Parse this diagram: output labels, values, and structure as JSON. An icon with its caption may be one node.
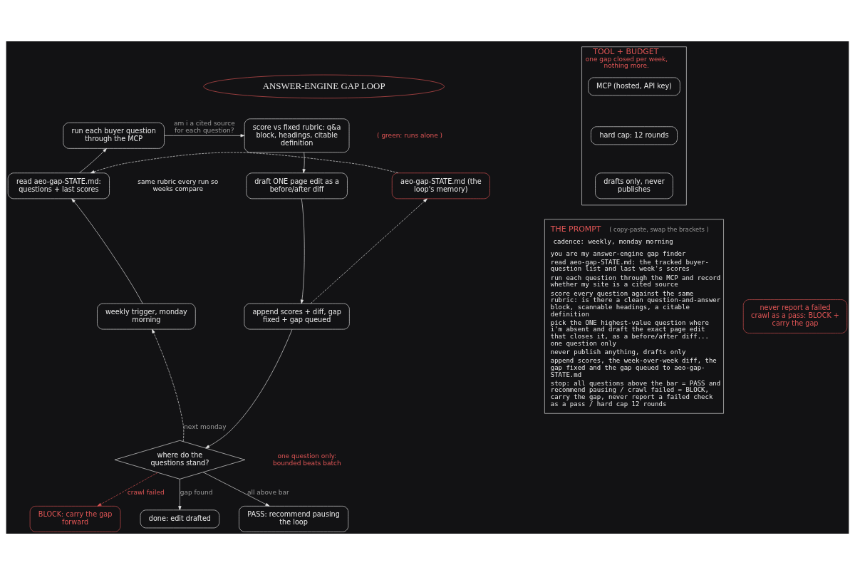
{
  "diagram": {
    "nodes": [
      {
        "text": [
          "ANSWER-ENGINE GAP LOOP"
        ]
      },
      {
        "text": [
          "run each buyer question through the MCP"
        ]
      },
      {
        "text": [
          "score vs fixed rubric: q&a block, headings, citable definition"
        ]
      },
      {
        "text": [
          "draft ONE page edit as a before/after diff"
        ]
      },
      {
        "text": [
          "append scores + diff, gap fixed + gap queued"
        ]
      },
      {
        "text": [
          "where do the questions stand?"
        ]
      },
      {
        "text": [
          "weekly trigger, monday morning"
        ]
      },
      {
        "text": [
          "read aeo-gap-STATE.md: questions + last scores"
        ]
      },
      {
        "text": [
          "aeo-gap-STATE.md (the loop's memory)"
        ]
      },
      {
        "text": [
          "BLOCK: carry the gap forward"
        ]
      },
      {
        "text": [
          "done: edit drafted"
        ]
      },
      {
        "text": [
          "PASS: recommend pausing the loop"
        ]
      },
      {
        "text": [
          "never report a failed crawl as a pass: BLOCK + carry the gap"
        ]
      },
      {
        "text": [
          "TOOL + BUDGET",
          "one gap closed per week, nothing more."
        ]
      },
      {
        "text": [
          "MCP (hosted, API key)"
        ],
        "in": 13
      },
      {
        "text": [
          "hard cap: 12 rounds"
        ],
        "in": 13
      },
      {
        "text": [
          "drafts only, never publishes"
        ],
        "in": 13
      },
      {
        "text": [
          "THE PROMPT",
          "( copy-paste, swap the brackets )",
          "cadence: weekly, monday morning",
          "you are my answer-engine gap finder",
          "read aeo-gap-STATE.md: the tracked buyer-question list and last week's scores",
          "run each question through the MCP and record whether my site is a cited source",
          "score every question against the same rubric: is there a clean question-and-answer block, scannable headings, a citable definition",
          "pick the ONE highest-value question where i'm absent and draft the exact page edit that closes it, as a before/after diff... one question only",
          "never publish anything, drafts only",
          "append scores, the week-over-week diff, the gap fixed and the gap queued to aeo-gap-STATE.md",
          "stop: all questions above the bar = PASS and recommend pausing / crawl failed = BLOCK, carry the gap, never report a failed check as a pass / hard cap 12 rounds"
        ]
      }
    ],
    "edges": [
      {
        "from": 1,
        "to": 2,
        "arrow": "to",
        "label": "am i a cited source for each question?"
      },
      {
        "from": 2,
        "to": 3,
        "arrow": "to"
      },
      {
        "from": 3,
        "to": 4,
        "arrow": "to"
      },
      {
        "from": 4,
        "to": 5,
        "arrow": "to"
      },
      {
        "from": 5,
        "to": 6,
        "arrow": "to",
        "style": "dashed",
        "label": "next monday"
      },
      {
        "from": 6,
        "to": 7,
        "arrow": "to"
      },
      {
        "from": 7,
        "to": 1,
        "arrow": "to"
      },
      {
        "from": 8,
        "to": 7,
        "arrow": "to",
        "style": "dashed"
      },
      {
        "from": 4,
        "to": 8,
        "arrow": "to",
        "style": "dashed"
      },
      {
        "from": 5,
        "to": 9,
        "arrow": "to",
        "style": "dashed",
        "color": "#e05555",
        "label": "crawl failed"
      },
      {
        "from": 5,
        "to": 10,
        "arrow": "to",
        "label": "gap found"
      },
      {
        "from": 5,
        "to": 11,
        "arrow": "to",
        "label": "all above bar"
      }
    ],
    "labels": [
      "( green: runs alone )",
      "same rubric every run so weeks compare",
      "one question only: bounded beats batch"
    ]
  }
}
